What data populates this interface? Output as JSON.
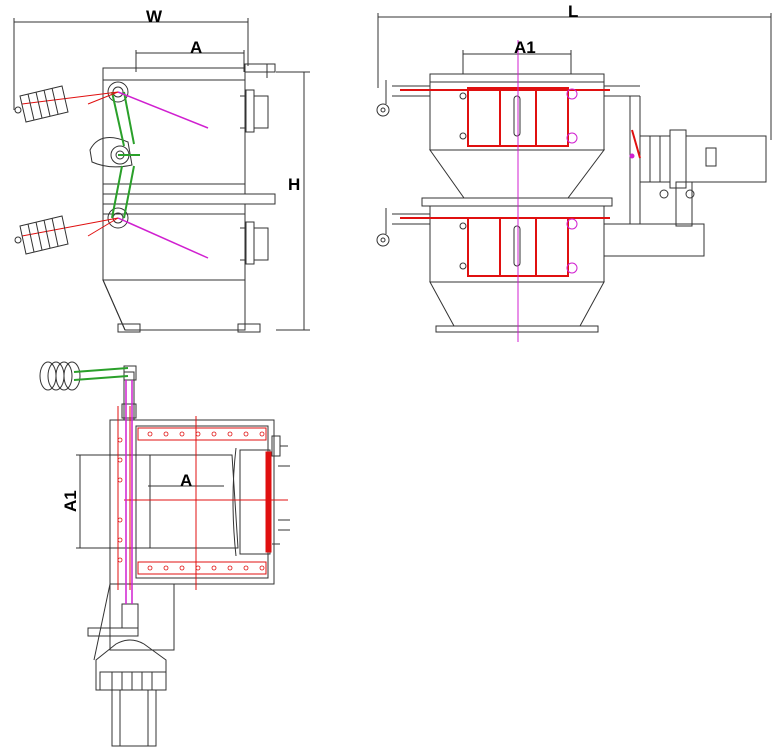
{
  "dimensions": {
    "W": "W",
    "A_side": "A",
    "H": "H",
    "L": "L",
    "A1_front": "A1",
    "A1_top": "A1",
    "A_top": "A"
  },
  "colors": {
    "line": "#333333",
    "red": "#e01010",
    "magenta": "#d020d0",
    "green": "#2aa02a",
    "dim": "#000000"
  }
}
